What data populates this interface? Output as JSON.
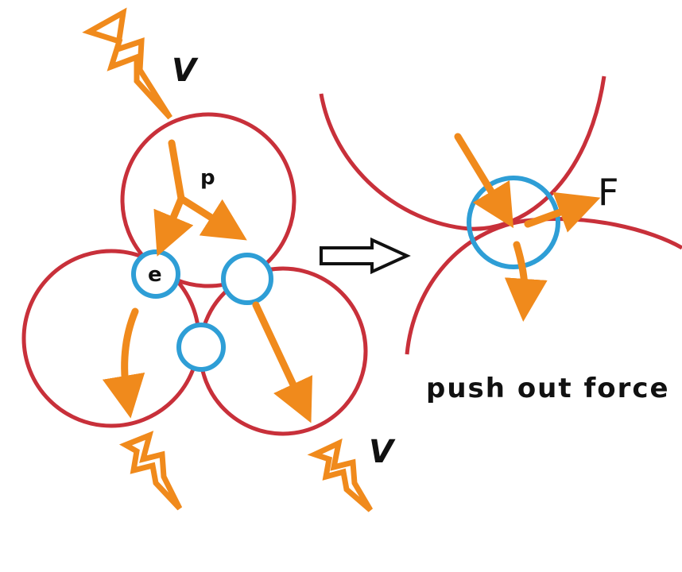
{
  "colors": {
    "proton_circle": "#c8303a",
    "electron_circle": "#2e9ed6",
    "arrow": "#f08a1c",
    "outline_arrow": "#111111",
    "background": "#ffffff"
  },
  "labels": {
    "v_top": "V",
    "v_bottom": "V",
    "proton": "p",
    "electron": "e",
    "force": "F",
    "caption": "push out force"
  },
  "icons": {
    "lightning": "lightning-bolt-icon",
    "transition_arrow": "hollow-right-arrow-icon"
  }
}
